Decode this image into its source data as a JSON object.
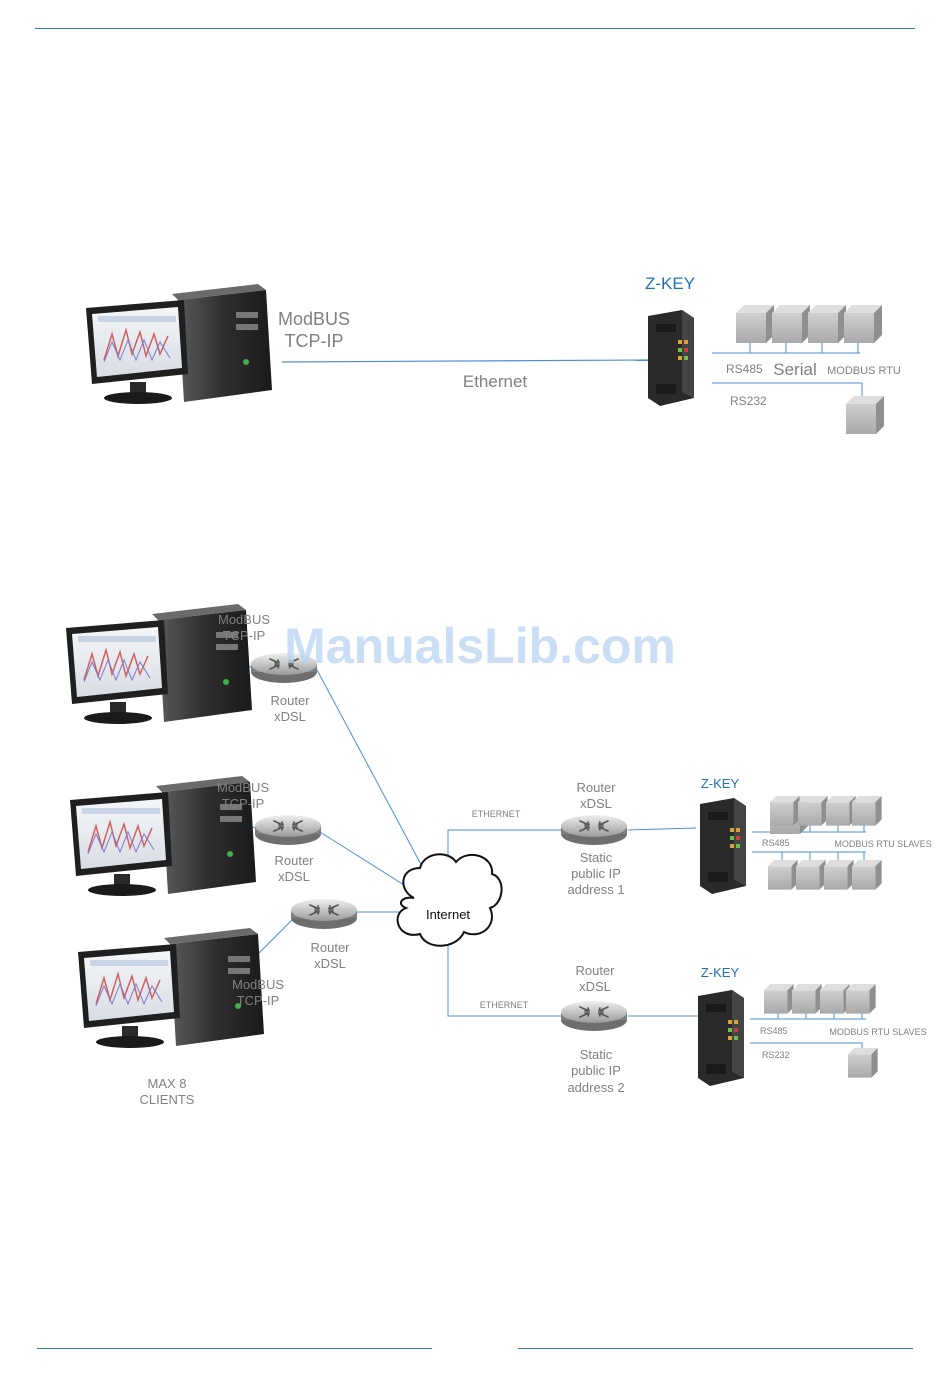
{
  "colors": {
    "rule": "#2f7fc1",
    "link_line": "#4a90d9",
    "label_gray": "#808080",
    "zkey_blue": "#1f6fbf",
    "watermark": "#b8d3f2"
  },
  "watermark": "ManualsLib.com",
  "diagram1": {
    "protocol_line1": "ModBUS",
    "protocol_line2": "TCP-IP",
    "link_label": "Ethernet",
    "device_title": "Z-KEY",
    "rs485": "RS485",
    "serial": "Serial",
    "modbus_rtu": "MODBUS RTU",
    "rs232": "RS232"
  },
  "diagram2": {
    "client1": {
      "line1": "ModBUS",
      "line2": "TCP-IP"
    },
    "client2": {
      "line1": "ModBUS",
      "line2": "TCP-IP"
    },
    "client3": {
      "line1": "ModBUS",
      "line2": "TCP-IP"
    },
    "router1": {
      "line1": "Router",
      "line2": "xDSL"
    },
    "router2": {
      "line1": "Router",
      "line2": "xDSL"
    },
    "router3": {
      "line1": "Router",
      "line2": "xDSL"
    },
    "max_clients_line1": "MAX 8",
    "max_clients_line2": "CLIENTS",
    "internet": "Internet",
    "site1": {
      "ethernet": "ETHERNET",
      "router_line1": "Router",
      "router_line2": "xDSL",
      "static_line1": "Static",
      "static_line2": "public IP",
      "static_line3": "address 1",
      "device_title": "Z-KEY",
      "rs485": "RS485",
      "slaves": "MODBUS RTU SLAVES"
    },
    "site2": {
      "ethernet": "ETHERNET",
      "router_line1": "Router",
      "router_line2": "xDSL",
      "static_line1": "Static",
      "static_line2": "public IP",
      "static_line3": "address 2",
      "device_title": "Z-KEY",
      "rs485": "RS485",
      "slaves": "MODBUS RTU SLAVES",
      "rs232": "RS232"
    }
  }
}
